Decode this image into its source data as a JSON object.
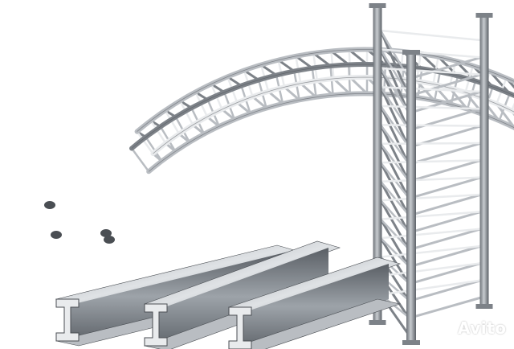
{
  "image": {
    "subjects": [
      "curved-aluminum-truss",
      "vertical-lattice-tower",
      "steel-i-beams"
    ],
    "background_color": "#ffffff",
    "metal_colors": {
      "highlight": "#e9ebed",
      "mid": "#b9bdc2",
      "shadow": "#7d8288",
      "dark": "#4a4e53"
    }
  },
  "watermark": {
    "text": "Avito",
    "icon": "paw-icon",
    "color": "#ffffff"
  }
}
